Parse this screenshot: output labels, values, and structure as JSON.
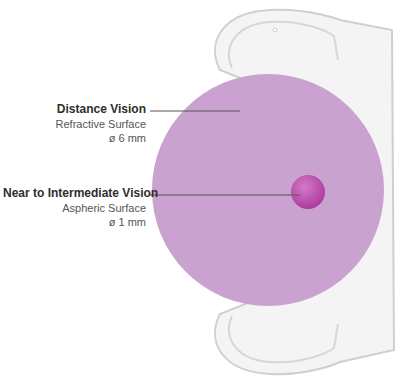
{
  "diagram": {
    "labels": [
      "Distance Vision",
      "Refractive Surface",
      "ø 6 mm",
      "Near to Intermediate Vision",
      "Aspheric Surface",
      "ø 1 mm"
    ]
  }
}
